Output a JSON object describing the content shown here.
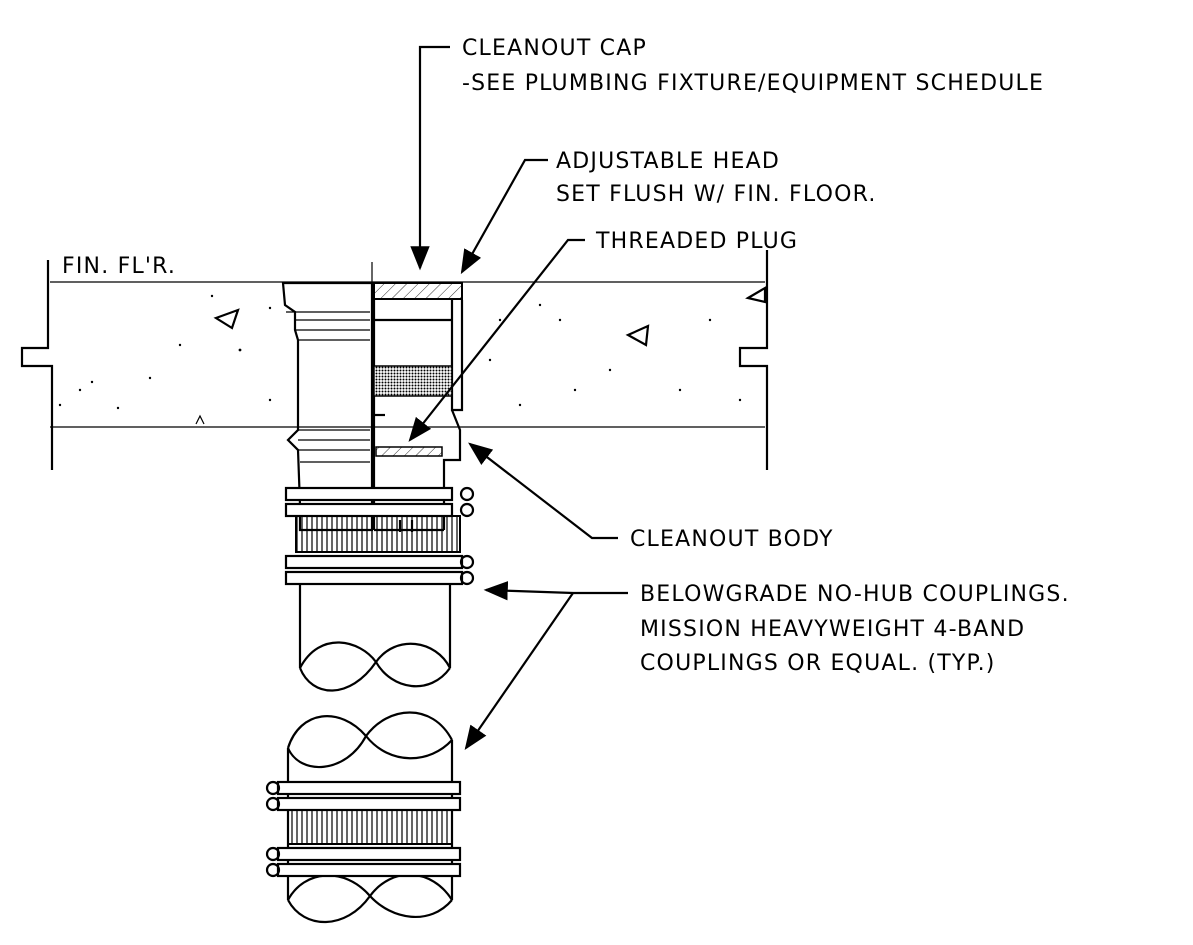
{
  "labels": {
    "floor": "FIN. FL'R.",
    "cap_line1": "CLEANOUT CAP",
    "cap_line2": "-SEE PLUMBING FIXTURE/EQUIPMENT SCHEDULE",
    "head_line1": "ADJUSTABLE HEAD",
    "head_line2": "SET FLUSH W/ FIN. FLOOR.",
    "plug": "THREADED PLUG",
    "body": "CLEANOUT BODY",
    "coupling_line1": "BELOWGRADE NO-HUB COUPLINGS.",
    "coupling_line2": "MISSION HEAVYWEIGHT 4-BAND",
    "coupling_line3": "COUPLINGS OR EQUAL. (TYP.)"
  },
  "colors": {
    "line": "#000000",
    "background": "#ffffff"
  }
}
